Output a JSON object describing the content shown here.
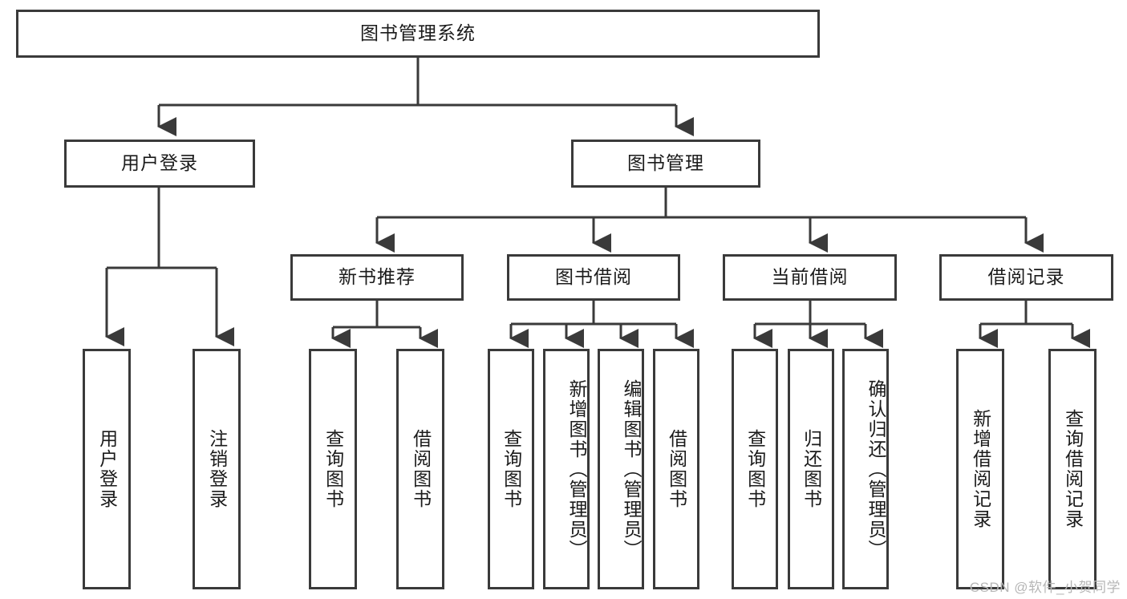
{
  "diagram": {
    "title": "图书管理系统",
    "type": "hierarchy-tree",
    "colors": {
      "box_border": "#3a3a3a",
      "box_fill": "#ffffff",
      "connector": "#3a3a3a",
      "text": "#1b1b1b",
      "watermark": "#b6b6b6"
    },
    "root": {
      "label": "图书管理系统",
      "orientation": "horizontal"
    },
    "level2": [
      {
        "label": "用户登录",
        "orientation": "horizontal"
      },
      {
        "label": "图书管理",
        "orientation": "horizontal"
      }
    ],
    "level3": [
      {
        "label": "新书推荐",
        "orientation": "horizontal"
      },
      {
        "label": "图书借阅",
        "orientation": "horizontal"
      },
      {
        "label": "当前借阅",
        "orientation": "horizontal"
      },
      {
        "label": "借阅记录",
        "orientation": "horizontal"
      }
    ],
    "leaves": {
      "user_login": [
        {
          "label": "用户登录",
          "orientation": "vertical"
        },
        {
          "label": "注销登录",
          "orientation": "vertical"
        }
      ],
      "new_book_recommend": [
        {
          "label": "查询图书",
          "orientation": "vertical"
        },
        {
          "label": "借阅图书",
          "orientation": "vertical"
        }
      ],
      "book_borrow": [
        {
          "label": "查询图书",
          "orientation": "vertical"
        },
        {
          "label": "新增图书（管理员）",
          "orientation": "vertical"
        },
        {
          "label": "编辑图书（管理员）",
          "orientation": "vertical"
        },
        {
          "label": "借阅图书",
          "orientation": "vertical"
        }
      ],
      "current_borrow": [
        {
          "label": "查询图书",
          "orientation": "vertical"
        },
        {
          "label": "归还图书",
          "orientation": "vertical"
        },
        {
          "label": "确认归还（管理员）",
          "orientation": "vertical"
        }
      ],
      "borrow_record": [
        {
          "label": "新增借阅记录",
          "orientation": "vertical"
        },
        {
          "label": "查询借阅记录",
          "orientation": "vertical"
        }
      ]
    },
    "watermark": "CSDN @软件_小贺同学"
  }
}
